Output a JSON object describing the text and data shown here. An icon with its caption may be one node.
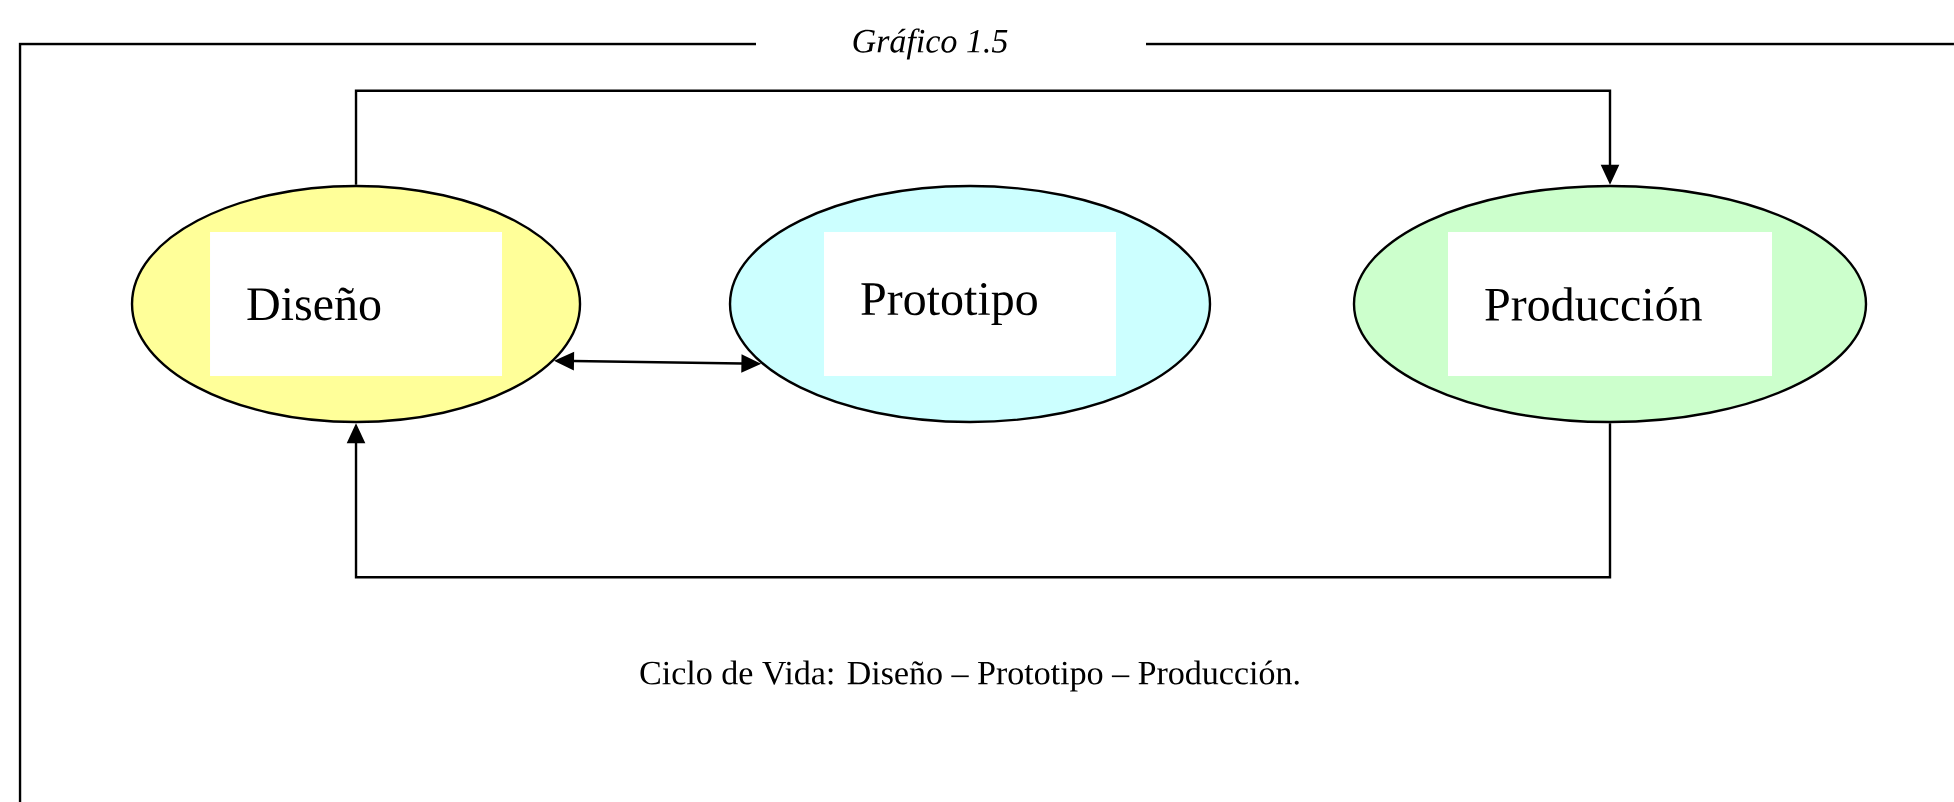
{
  "diagram": {
    "title": "Gráfico 1.5",
    "caption": "Ciclo de Vida: Diseño – Prototipo – Producción.",
    "nodes": [
      {
        "text": [
          "Diseño"
        ]
      },
      {
        "text": [
          "Prototipo"
        ]
      },
      {
        "text": [
          "Producción"
        ]
      }
    ],
    "edges": [
      {
        "from": 0,
        "to": 2,
        "arrow": "to"
      },
      {
        "from": 0,
        "to": 1,
        "arrow": "both"
      },
      {
        "from": 2,
        "to": 0,
        "arrow": "to"
      }
    ]
  }
}
